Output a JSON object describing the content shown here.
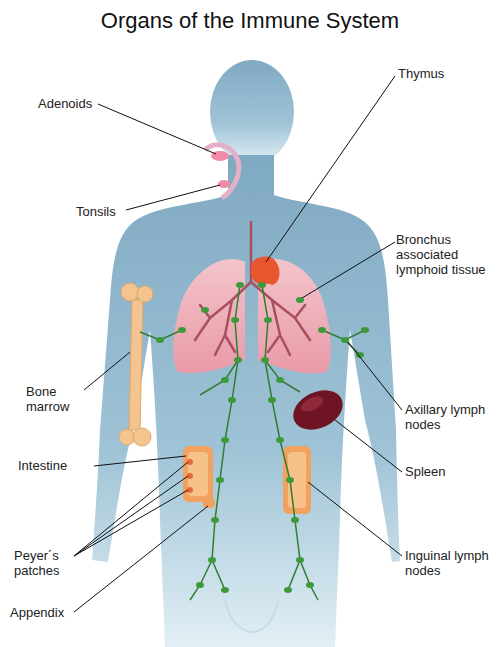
{
  "diagram": {
    "title": "Organs of the Immune System",
    "labels": [
      "Adenoids",
      "Thymus",
      "Tonsils",
      "Bronchus associated lymphoid tissue",
      "Bone marrow",
      "Axillary lymph nodes",
      "Intestine",
      "Spleen",
      "Peyer´s patches",
      "Inguinal lymph nodes",
      "Appendix"
    ]
  }
}
